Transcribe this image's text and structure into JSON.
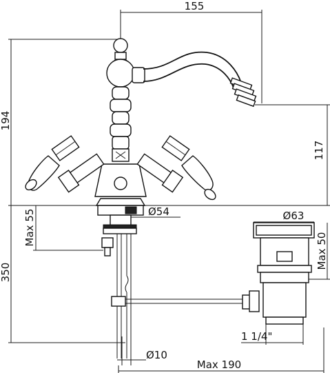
{
  "dimensions": {
    "spout_reach": "155",
    "total_height": "194",
    "spout_height": "117",
    "max_deck_thickness": "Max 55",
    "base_diameter": "Ø54",
    "shank_length": "350",
    "hose_diameter": "Ø10",
    "max_rod_length": "Max 190",
    "waste_flange_diameter": "Ø63",
    "waste_max_height": "Max 50",
    "waste_thread": "1 1/4\""
  },
  "colors": {
    "ink": "#111111",
    "background": "#ffffff"
  }
}
